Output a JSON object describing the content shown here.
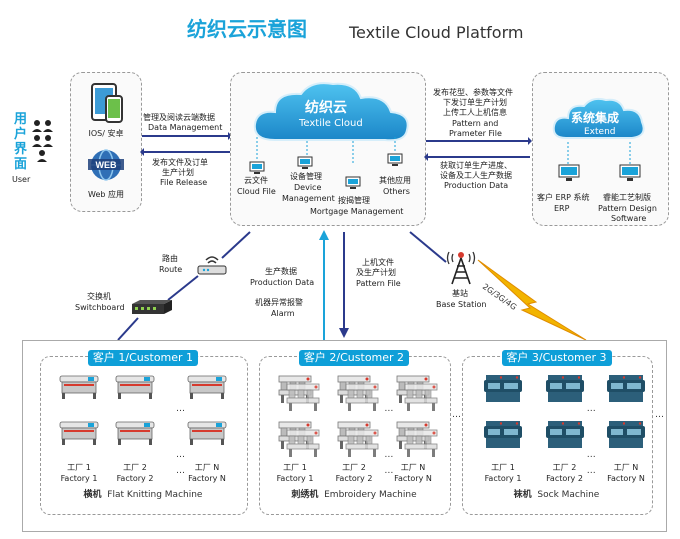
{
  "title": {
    "cn": "纺织云示意图",
    "en": "Textile Cloud Platform"
  },
  "user": {
    "cn": "用户界面",
    "en": "User"
  },
  "devices": {
    "ios": "IOS/ 安卓",
    "web": "Web 应用"
  },
  "left_arrows": {
    "mgmt_cn": "管理及阅读云端数据",
    "mgmt_en": "Data Management",
    "release_cn1": "发布文件及订单",
    "release_cn2": "生产计划",
    "release_en": "File Release"
  },
  "cloud": {
    "cn": "纺织云",
    "en": "Textile Cloud",
    "modules": [
      {
        "cn": "云文件",
        "en": "Cloud File"
      },
      {
        "cn": "设备管理",
        "en1": "Device",
        "en2": "Management"
      },
      {
        "cn": "按揭管理",
        "en": "Mortgage Management"
      },
      {
        "cn": "其他应用",
        "en": "Others"
      }
    ]
  },
  "right_arrows": {
    "publish_cn1": "发布花型、参数等文件",
    "publish_cn2": "下发订单生产计划",
    "publish_cn3": "上传工人上机信息",
    "publish_en1": "Pattern and",
    "publish_en2": "Prameter File",
    "fetch_cn1": "获取订单生产进度、",
    "fetch_cn2": "设备及工人生产数据",
    "fetch_en": "Production Data"
  },
  "extend": {
    "cn": "系统集成",
    "en": "Extend",
    "erp_cn": "客户 ERP 系统",
    "erp_en": "ERP",
    "pds_cn": "睿能工艺制版",
    "pds_en1": "Pattern Design",
    "pds_en2": "Software"
  },
  "network": {
    "route_cn": "路由",
    "route_en": "Route",
    "switch_cn": "交换机",
    "switch_en": "Switchboard",
    "prod_cn": "生产数据",
    "prod_en": "Production Data",
    "alarm_cn": "机器异常报警",
    "alarm_en": "Alarm",
    "upfile_cn1": "上机文件",
    "upfile_cn2": "及生产计划",
    "upfile_en": "Pattern File",
    "base_cn": "基站",
    "base_en": "Base Station",
    "net": "2G/3G/4G"
  },
  "customers": [
    {
      "name": "客户 1/Customer 1",
      "machine_cn": "横机",
      "machine_en": "Flat Knitting Machine"
    },
    {
      "name": "客户 2/Customer 2",
      "machine_cn": "刺绣机",
      "machine_en": "Embroidery Machine"
    },
    {
      "name": "客户 3/Customer 3",
      "machine_cn": "袜机",
      "machine_en": "Sock Machine"
    }
  ],
  "factories": [
    {
      "cn": "工厂 1",
      "en": "Factory 1"
    },
    {
      "cn": "工厂 2",
      "en": "Factory 2"
    },
    {
      "cn": "工厂 N",
      "en": "Factory N"
    }
  ],
  "ellipsis": "…",
  "colors": {
    "accent": "#0e9fd8",
    "arrow": "#2b3a8c",
    "lightning": "#f2b400"
  }
}
